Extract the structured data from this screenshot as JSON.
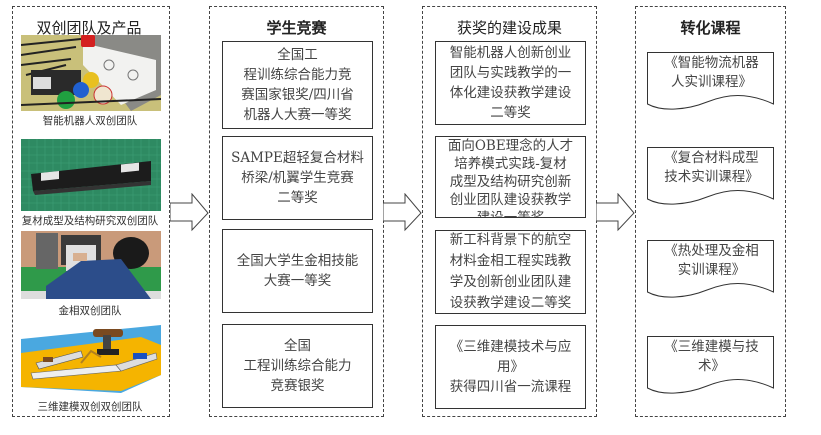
{
  "columns": [
    {
      "title": "双创团队及产品",
      "teams": [
        {
          "caption": "智能机器人双创团队",
          "image": "robot-kit-photo"
        },
        {
          "caption": "复材成型及结构研究双创团队",
          "image": "composite-beam-photo"
        },
        {
          "caption": "金相双创团队",
          "image": "microscope-photo"
        },
        {
          "caption": "三维建模双创双创团队",
          "image": "3d-model-render"
        }
      ]
    },
    {
      "title": "学生竞赛",
      "items": [
        "全国工\n程训练综合能力竞\n赛国家银奖/四川省\n机器人大赛一等奖",
        "SAMPE超轻复合材料\n桥梁/机翼学生竞赛\n二等奖",
        "全国大学生金相技能\n大赛一等奖",
        "全国\n工程训练综合能力\n竞赛银奖"
      ]
    },
    {
      "title": "获奖的建设成果",
      "items": [
        "智能机器人创新创业\n团队与实践教学的一\n体化建设获教学建设\n二等奖",
        "面向OBE理念的人才\n培养模式实践-复材\n成型及结构研究创新\n创业团队建设获教学\n建设一等奖",
        "新工科背景下的航空\n材料金相工程实践教\n学及创新创业团队建\n设获教学建设二等奖",
        "《三维建模技术与应\n用》\n获得四川省一流课程"
      ]
    },
    {
      "title": "转化课程",
      "items": [
        "《智能物流机器\n人实训课程》",
        "《复合材料成型\n技术实训课程》",
        "《热处理及金相\n实训课程》",
        "《三维建模与技\n术》"
      ]
    }
  ],
  "arrows": [
    "arrow-right",
    "arrow-right",
    "arrow-right"
  ],
  "colors": {
    "border": "#444444",
    "text": "#444444",
    "background": "#ffffff"
  }
}
